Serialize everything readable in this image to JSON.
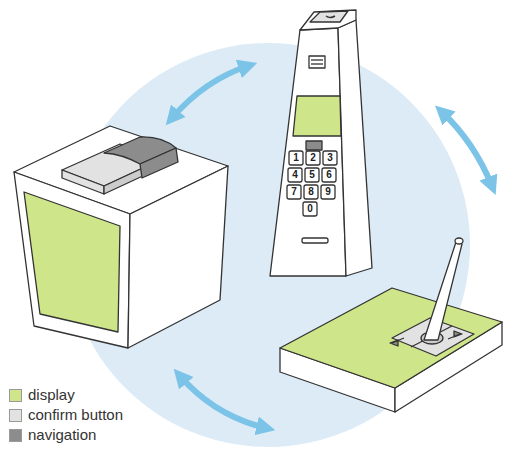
{
  "diagram": {
    "labels": [
      "1",
      "2",
      "3",
      "4",
      "5",
      "6",
      "7",
      "8",
      "9",
      "0"
    ],
    "legend": [
      {
        "text": "display",
        "color": "#cfe58a"
      },
      {
        "text": "confirm button",
        "color": "#e2e2e2"
      },
      {
        "text": "navigation",
        "color": "#8c8c8c"
      }
    ]
  }
}
